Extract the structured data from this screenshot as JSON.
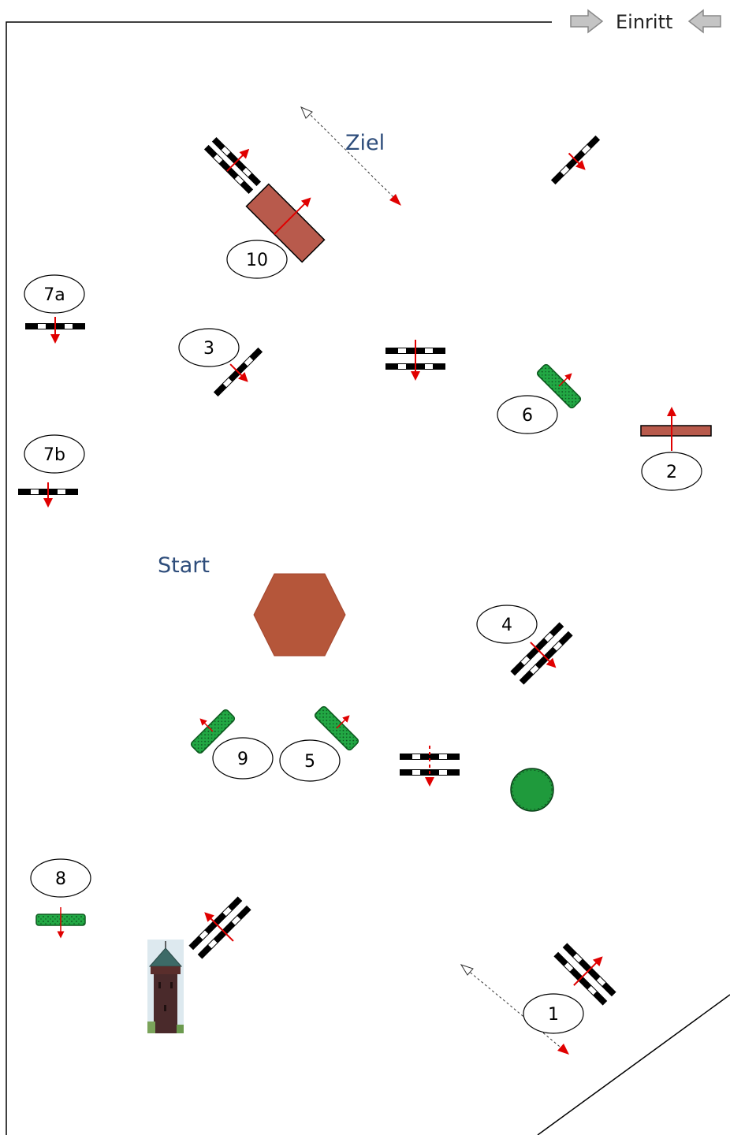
{
  "entrance": {
    "label": "Einritt"
  },
  "labels": {
    "finish": "Ziel",
    "start": "Start"
  },
  "numbers": {
    "n1": "1",
    "n2": "2",
    "n3": "3",
    "n4": "4",
    "n5": "5",
    "n6": "6",
    "n7a": "7a",
    "n7b": "7b",
    "n8": "8",
    "n9": "9",
    "n10": "10"
  },
  "colors": {
    "jump_arrow": "#e00000",
    "wall": "#b85a4c",
    "hexagon": "#b5563a",
    "hedge": "#1f9a3c",
    "label_text": "#2e4d7b",
    "entry_arrow": "#c0c0c0"
  }
}
